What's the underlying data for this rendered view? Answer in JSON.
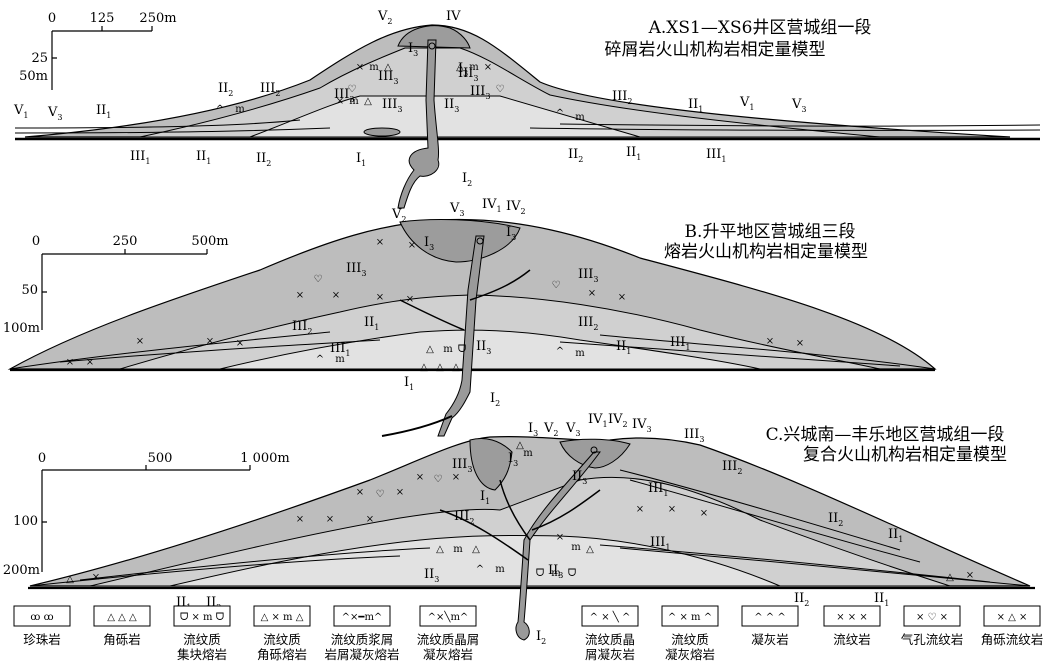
{
  "colors": {
    "outer": "#bdbdbd",
    "middle": "#d0d0d0",
    "inner": "#e2e2e2",
    "dark": "#9c9c9c",
    "conduit": "#9a9a9a",
    "line": "#000000"
  },
  "models": [
    {
      "id": "A",
      "title_line1": "A.XS1—XS6井区营城组一段",
      "title_line2": "碎屑岩火山机构岩相定量模型",
      "scale_x": [
        "0",
        "125",
        "250m"
      ],
      "scale_y": [
        "25",
        "50m"
      ]
    },
    {
      "id": "B",
      "title_line1": "B.升平地区营城组三段",
      "title_line2": "熔岩火山机构岩相定量模型",
      "scale_x": [
        "0",
        "250",
        "500m"
      ],
      "scale_y": [
        "50",
        "100m"
      ]
    },
    {
      "id": "C",
      "title_line1": "C.兴城南—丰乐地区营城组一段",
      "title_line2": "复合火山机构岩相定量模型",
      "scale_x": [
        "0",
        "500",
        "1 000m"
      ],
      "scale_y": [
        "100",
        "200m"
      ]
    }
  ],
  "facies_labels": {
    "A": [
      {
        "b": "V",
        "s": "2"
      },
      {
        "b": "IV",
        "s": ""
      },
      {
        "b": "I",
        "s": "3"
      },
      {
        "b": "III",
        "s": "3"
      },
      {
        "b": "III",
        "s": "3"
      },
      {
        "b": "III",
        "s": "2"
      },
      {
        "b": "II",
        "s": "2"
      },
      {
        "b": "III",
        "s": "3"
      },
      {
        "b": "II",
        "s": "3"
      },
      {
        "b": "III",
        "s": "2"
      },
      {
        "b": "V",
        "s": "1"
      },
      {
        "b": "V",
        "s": "3"
      },
      {
        "b": "II",
        "s": "1"
      },
      {
        "b": "II",
        "s": "1"
      },
      {
        "b": "V",
        "s": "1"
      },
      {
        "b": "V",
        "s": "3"
      },
      {
        "b": "III",
        "s": "1"
      },
      {
        "b": "II",
        "s": "1"
      },
      {
        "b": "II",
        "s": "2"
      },
      {
        "b": "I",
        "s": "1"
      },
      {
        "b": "II",
        "s": "2"
      },
      {
        "b": "II",
        "s": "1"
      },
      {
        "b": "III",
        "s": "1"
      },
      {
        "b": "I",
        "s": "2"
      },
      {
        "b": "III",
        "s": "3"
      },
      {
        "b": "I",
        "s": "3"
      },
      {
        "b": "III",
        "s": "3"
      }
    ],
    "B": [
      {
        "b": "V",
        "s": "2"
      },
      {
        "b": "V",
        "s": "3"
      },
      {
        "b": "IV",
        "s": "1"
      },
      {
        "b": "IV",
        "s": "2"
      },
      {
        "b": "I",
        "s": "3"
      },
      {
        "b": "I",
        "s": "3"
      },
      {
        "b": "III",
        "s": "3"
      },
      {
        "b": "III",
        "s": "3"
      },
      {
        "b": "II",
        "s": "1"
      },
      {
        "b": "III",
        "s": "2"
      },
      {
        "b": "III",
        "s": "2"
      },
      {
        "b": "III",
        "s": "1"
      },
      {
        "b": "II",
        "s": "1"
      },
      {
        "b": "III",
        "s": "1"
      },
      {
        "b": "II",
        "s": "3"
      },
      {
        "b": "I",
        "s": "1"
      },
      {
        "b": "I",
        "s": "2"
      }
    ],
    "C": [
      {
        "b": "I",
        "s": "3"
      },
      {
        "b": "V",
        "s": "2"
      },
      {
        "b": "V",
        "s": "3"
      },
      {
        "b": "IV",
        "s": "1"
      },
      {
        "b": "IV",
        "s": "2"
      },
      {
        "b": "IV",
        "s": "3"
      },
      {
        "b": "III",
        "s": "3"
      },
      {
        "b": "III",
        "s": "2"
      },
      {
        "b": "III",
        "s": "3"
      },
      {
        "b": "I",
        "s": "3"
      },
      {
        "b": "II",
        "s": "3"
      },
      {
        "b": "III",
        "s": "1"
      },
      {
        "b": "I",
        "s": "1"
      },
      {
        "b": "III",
        "s": "2"
      },
      {
        "b": "II",
        "s": "2"
      },
      {
        "b": "II",
        "s": "1"
      },
      {
        "b": "III",
        "s": "1"
      },
      {
        "b": "II",
        "s": "3"
      },
      {
        "b": "II",
        "s": "3"
      },
      {
        "b": "II",
        "s": "1"
      },
      {
        "b": "II",
        "s": "2"
      },
      {
        "b": "II",
        "s": "2"
      },
      {
        "b": "II",
        "s": "1"
      },
      {
        "b": "I",
        "s": "2"
      }
    ]
  },
  "legend": [
    {
      "symbol": "ꝏ ꝏ",
      "line1": "珍珠岩",
      "line2": ""
    },
    {
      "symbol": "△ △ △",
      "line1": "角砾岩",
      "line2": ""
    },
    {
      "symbol": "ᗜ × m ᗜ",
      "line1": "流纹质",
      "line2": "集块熔岩"
    },
    {
      "symbol": "△ × m △",
      "line1": "流纹质",
      "line2": "角砾熔岩"
    },
    {
      "symbol": "^×━m^",
      "line1": "流纹质浆屑",
      "line2": "岩屑凝灰熔岩"
    },
    {
      "symbol": "^×╲m^",
      "line1": "流纹质晶屑",
      "line2": "凝灰熔岩"
    },
    {
      "symbol": "^ × ╲ ^",
      "line1": "流纹质晶",
      "line2": "屑凝灰岩"
    },
    {
      "symbol": "^ × m ^",
      "line1": "流纹质",
      "line2": "凝灰熔岩"
    },
    {
      "symbol": "^ ^ ^",
      "line1": "凝灰岩",
      "line2": ""
    },
    {
      "symbol": "× × ×",
      "line1": "流纹岩",
      "line2": ""
    },
    {
      "symbol": "× ♡ ×",
      "line1": "气孔流纹岩",
      "line2": ""
    },
    {
      "symbol": "× △ ×",
      "line1": "角砾流纹岩",
      "line2": ""
    }
  ],
  "pattern_glyphs": {
    "rhyolite": "×",
    "vesicular": "♡",
    "breccia": "△",
    "agglomerate": "ᗜ",
    "m": "m",
    "tuff": "^",
    "pearl": "ꝏ"
  }
}
